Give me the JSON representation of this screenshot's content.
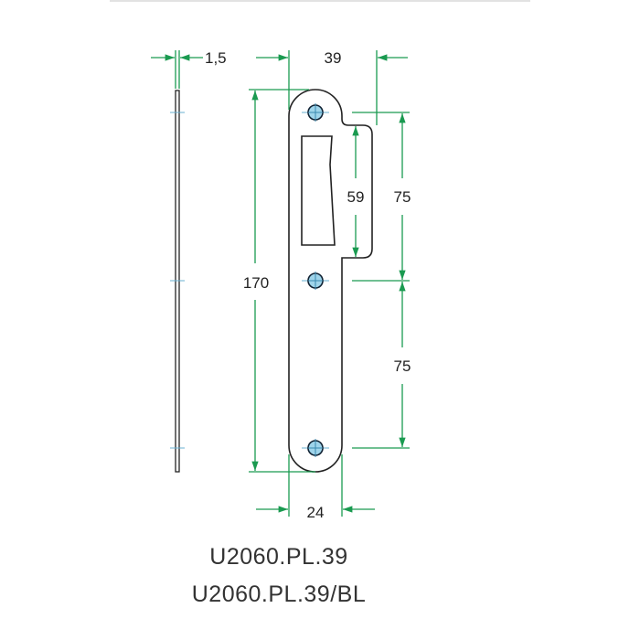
{
  "dimensions": {
    "thickness": "1,5",
    "total_width": "39",
    "height": "170",
    "slot_height": "59",
    "hole_spacing_upper": "75",
    "hole_spacing_lower": "75",
    "plate_width": "24"
  },
  "product_codes": [
    "U2060.PL.39",
    "U2060.PL.39/BL"
  ],
  "colors": {
    "dimension_lines": "#1a9a50",
    "outline": "#222222",
    "holes": "#9fd4ea"
  }
}
